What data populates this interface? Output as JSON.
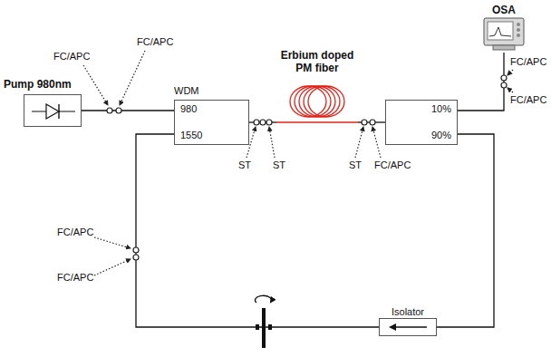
{
  "diagram": {
    "nodes": [
      {
        "text": [
          "Pump 980nm"
        ]
      },
      {
        "text": [
          "WDM",
          "980",
          "1550"
        ]
      },
      {
        "text": [
          "Erbium doped PM fiber"
        ]
      },
      {
        "text": [
          "10%",
          "90%"
        ]
      },
      {
        "text": [
          "OSA"
        ]
      },
      {
        "text": [
          "Isolator"
        ]
      }
    ],
    "edges": [
      {
        "from": 0,
        "to": 1,
        "arrow": "none"
      },
      {
        "from": 1,
        "to": 2,
        "arrow": "none"
      },
      {
        "from": 2,
        "to": 3,
        "arrow": "none"
      },
      {
        "from": 3,
        "to": 4,
        "arrow": "none"
      },
      {
        "from": 3,
        "to": 5,
        "arrow": "none"
      },
      {
        "from": 5,
        "to": 1,
        "arrow": "none"
      }
    ],
    "labels": [
      "FC/APC",
      "FC/APC",
      "FC/APC",
      "FC/APC",
      "ST",
      "ST",
      "ST",
      "FC/APC",
      "FC/APC",
      "FC/APC"
    ]
  }
}
